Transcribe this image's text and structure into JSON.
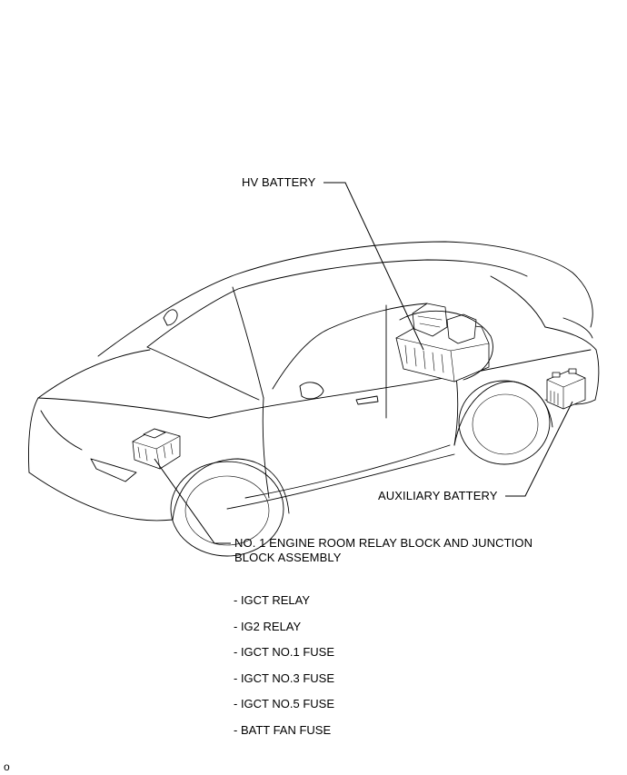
{
  "labels": {
    "hv_battery": "HV BATTERY",
    "auxiliary_battery": "AUXILIARY BATTERY",
    "relay_block_line1": "NO. 1 ENGINE ROOM RELAY BLOCK AND JUNCTION",
    "relay_block_line2": "BLOCK ASSEMBLY"
  },
  "components": [
    "- IGCT RELAY",
    "- IG2 RELAY",
    "- IGCT NO.1 FUSE",
    "- IGCT NO.3 FUSE",
    "- IGCT NO.5 FUSE",
    "- BATT FAN FUSE"
  ],
  "figure_code": "o"
}
